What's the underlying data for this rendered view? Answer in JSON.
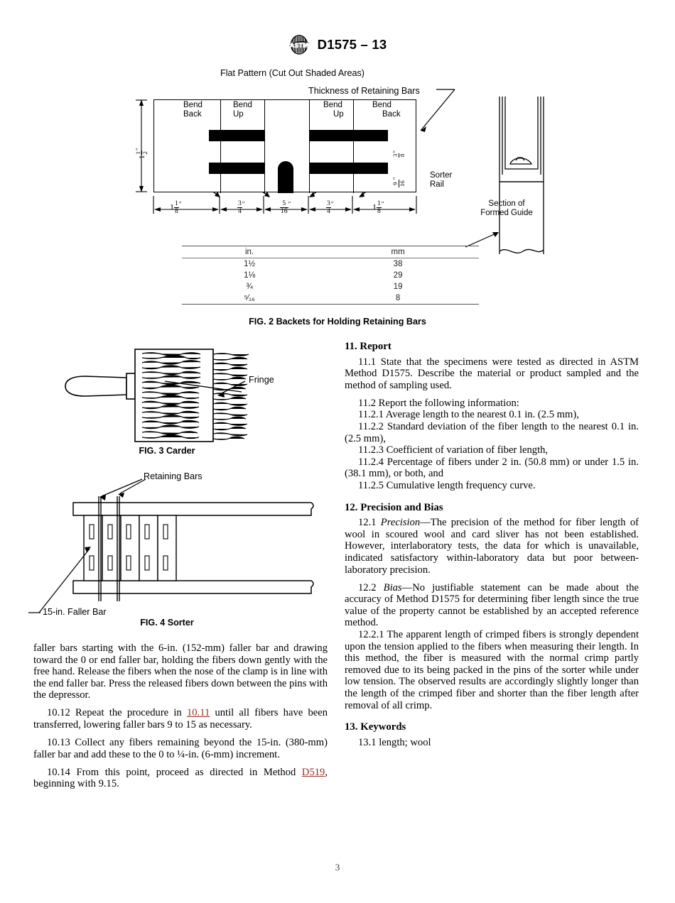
{
  "header": {
    "logo_icon": "astm-logo-icon",
    "title": "D1575 – 13"
  },
  "figure2": {
    "title": "Flat Pattern (Cut Out Shaded Areas)",
    "thickness_label": "Thickness of Retaining Bars",
    "bend_labels": [
      "Bend Back",
      "Bend Up",
      "Bend Up",
      "Bend Back"
    ],
    "bend_back_1_line1": "Bend",
    "bend_back_1_line2": "Back",
    "bend_up_1_line1": "Bend",
    "bend_up_1_line2": "Up",
    "bend_up_2_line1": "Bend",
    "bend_up_2_line2": "Up",
    "bend_back_2_line1": "Bend",
    "bend_back_2_line2": "Back",
    "height_dim": "1 1/2\"",
    "height_whole": "1",
    "height_num": "1",
    "height_den": "2",
    "right_dim_1_num": "3",
    "right_dim_1_den": "8",
    "right_dim_2_num": "9",
    "right_dim_2_den": "16",
    "width_dims": [
      {
        "whole": "1",
        "num": "1",
        "den": "8"
      },
      {
        "whole": "",
        "num": "3",
        "den": "4"
      },
      {
        "whole": "",
        "num": "5",
        "den": "16"
      },
      {
        "whole": "",
        "num": "3",
        "den": "4"
      },
      {
        "whole": "1",
        "num": "1",
        "den": "8"
      }
    ],
    "section_label_line1": "Sorter",
    "section_label_line2": "Rail",
    "section_title_line1": "Section of",
    "section_title_line2": "Formed Guide",
    "caption": "FIG. 2  Backets for Holding Retaining Bars"
  },
  "conversion_table": {
    "headers": [
      "in.",
      "mm"
    ],
    "rows": [
      {
        "in": "1½",
        "mm": "38"
      },
      {
        "in": "1⅛",
        "mm": "29"
      },
      {
        "in": "¾",
        "mm": "19"
      },
      {
        "in": "⁵⁄₁₆",
        "mm": "8"
      }
    ]
  },
  "figure3": {
    "fringe_label": "Fringe",
    "caption": "FIG. 3  Carder"
  },
  "figure4": {
    "retaining_bars_label": "Retaining Bars",
    "faller_bar_label": "15-in. Faller Bar",
    "caption": "FIG. 4  Sorter"
  },
  "left_column": {
    "para_cont": "faller bars starting with the 6-in. (152-mm) faller bar and drawing toward the 0 or end faller bar, holding the fibers down gently with the free hand. Release the fibers when the nose of the clamp is in line with the end faller bar. Press the released fibers down between the pins with the depressor.",
    "p10_12_a": "10.12  Repeat the procedure in ",
    "p10_12_link": "10.11",
    "p10_12_b": " until all fibers have been transferred, lowering faller bars 9 to 15 as necessary.",
    "p10_13": "10.13  Collect any fibers remaining beyond the 15-in. (380-mm) faller bar and add these to the 0 to ¼-in. (6-mm) increment.",
    "p10_14_a": "10.14  From this point, proceed as directed in Method ",
    "p10_14_link": "D519",
    "p10_14_b": ", beginning with 9.15."
  },
  "right_column": {
    "sec11_title": "11.  Report",
    "p11_1": "11.1  State that the specimens were tested as directed in ASTM Method D1575. Describe the material or product sampled and the method of sampling used.",
    "p11_2": "11.2  Report the following information:",
    "p11_2_1": "11.2.1  Average length to the nearest 0.1 in. (2.5 mm),",
    "p11_2_2": "11.2.2  Standard deviation of the fiber length to the nearest 0.1 in. (2.5 mm),",
    "p11_2_3": "11.2.3  Coefficient of variation of fiber length,",
    "p11_2_4": "11.2.4  Percentage of fibers under 2 in. (50.8 mm) or under 1.5 in. (38.1 mm), or both, and",
    "p11_2_5": "11.2.5  Cumulative length frequency curve.",
    "sec12_title": "12.  Precision and Bias",
    "p12_1_num": "12.1  ",
    "p12_1_em": "Precision",
    "p12_1_text": "—The precision of the method for fiber length of wool in scoured wool and card sliver has not been established. However, interlaboratory tests, the data for which is unavailable, indicated satisfactory within-laboratory data but poor between-laboratory precision.",
    "p12_2_num": "12.2  ",
    "p12_2_em": "Bias",
    "p12_2_text": "—No justifiable statement can be made about the accuracy of Method D1575 for determining fiber length since the true value of the property cannot be established by an accepted reference method.",
    "p12_2_1": "12.2.1  The apparent length of crimped fibers is strongly dependent upon the tension applied to the fibers when measuring their length. In this method, the fiber is measured with the normal crimp partly removed due to its being packed in the pins of the sorter while under low tension. The observed results are accordingly slightly longer than the length of the crimped fiber and shorter than the fiber length after removal of all crimp.",
    "sec13_title": "13.  Keywords",
    "p13_1": "13.1   length; wool"
  },
  "page_number": "3",
  "colors": {
    "link": "#9e2b25",
    "ink": "#000000",
    "rule": "#555555"
  }
}
